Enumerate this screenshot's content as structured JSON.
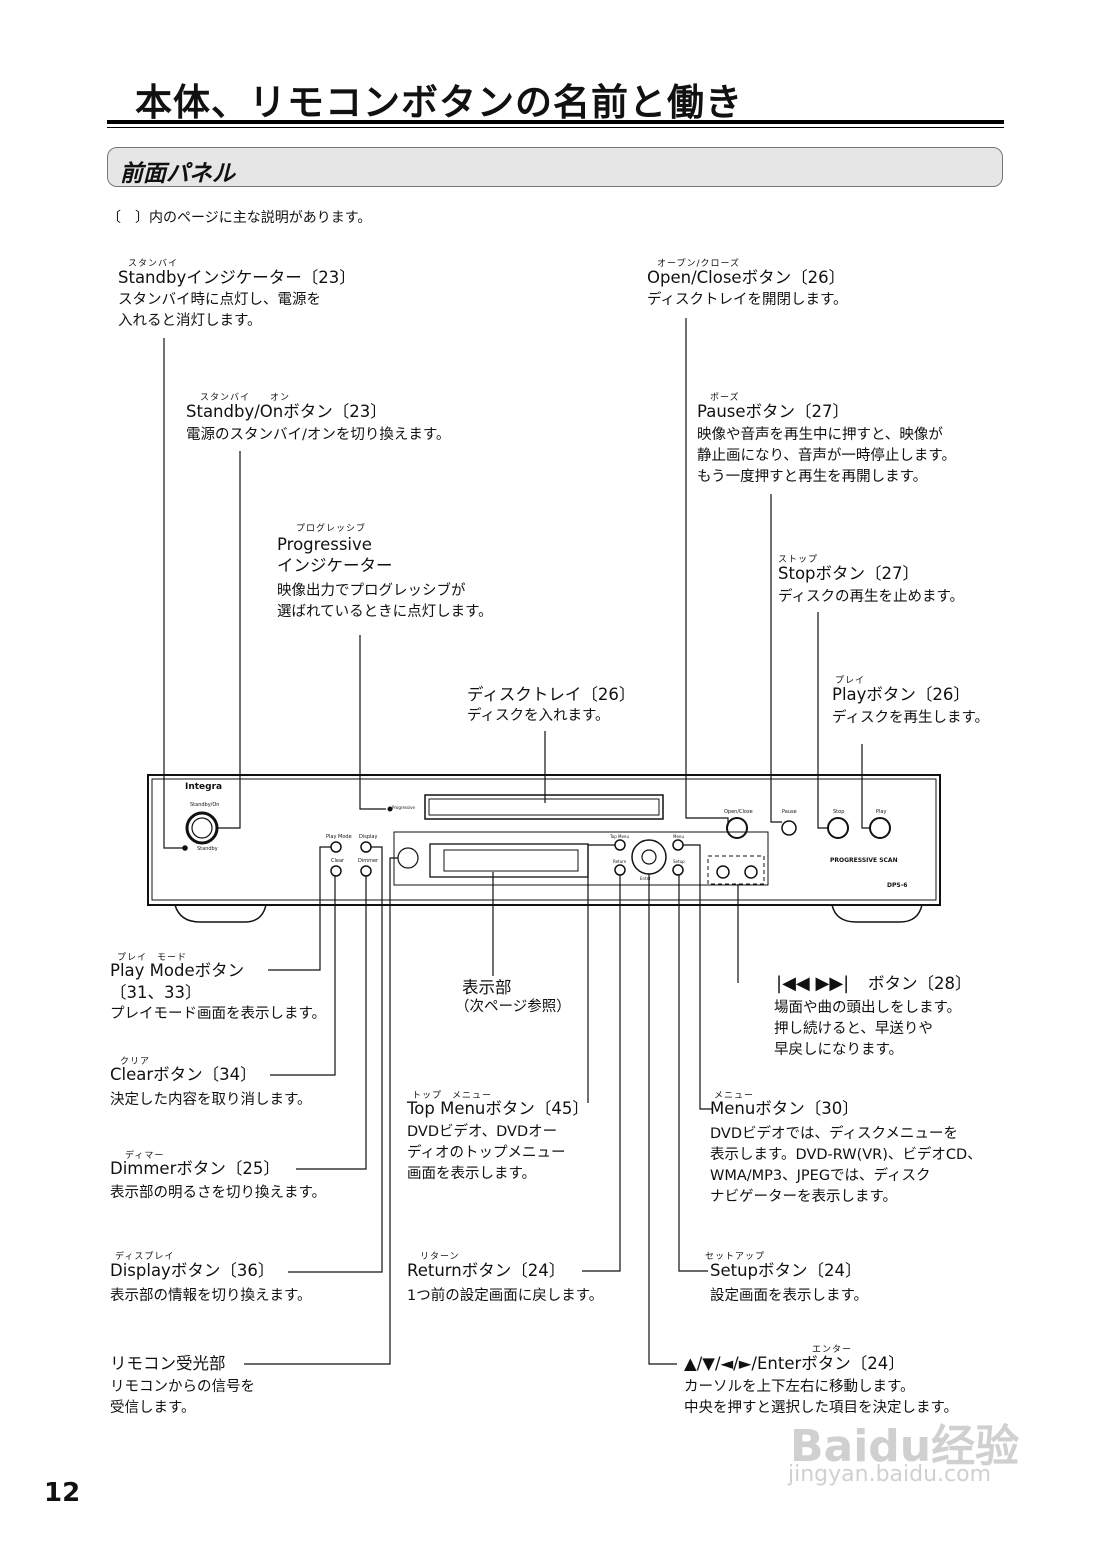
{
  "page_title": "本体、リモコンボタンの名前と働き",
  "section_title": "前面パネル",
  "note": "〔　〕内のページに主な説明があります。",
  "page_number": "12",
  "watermark": {
    "logo": "Baidu经验",
    "url": "jingyan.baidu.com"
  },
  "device": {
    "brand": "Integra",
    "standby_on": "Standby/On",
    "standby": "Standby",
    "progressive": "Progressive",
    "open_close": "Open/Close",
    "pause": "Pause",
    "stop": "Stop",
    "play": "Play",
    "play_mode": "Play Mode",
    "display": "Display",
    "clear": "Clear",
    "dimmer": "Dimmer",
    "top_menu": "Top Menu",
    "menu": "Menu",
    "return": "Return",
    "setup": "Setup",
    "enter": "Enter",
    "progressive_scan": "PROGRESSIVE SCAN",
    "model": "DPS-6"
  },
  "callouts": {
    "standby_ind": {
      "ruby": "スタンバイ",
      "label": "Standbyインジケーター〔23〕",
      "desc": [
        "スタンバイ時に点灯し、電源を",
        "入れると消灯します。"
      ]
    },
    "standby_on": {
      "ruby": "スタンバイ　　オン",
      "label": "Standby/Onボタン〔23〕",
      "desc": [
        "電源のスタンバイ/オンを切り換えます。"
      ]
    },
    "progressive": {
      "ruby": "プログレッシブ",
      "label": [
        "Progressive",
        "インジケーター"
      ],
      "desc": [
        "映像出力でプログレッシブが",
        "選ばれているときに点灯します。"
      ]
    },
    "disc_tray": {
      "label": "ディスクトレイ〔26〕",
      "desc": [
        "ディスクを入れます。"
      ]
    },
    "open_close": {
      "ruby": "オープン/クローズ",
      "label": "Open/Closeボタン〔26〕",
      "desc": [
        "ディスクトレイを開閉します。"
      ]
    },
    "pause": {
      "ruby": "ポーズ",
      "label": "Pauseボタン〔27〕",
      "desc": [
        "映像や音声を再生中に押すと、映像が",
        "静止画になり、音声が一時停止します。",
        "もう一度押すと再生を再開します。"
      ]
    },
    "stop": {
      "ruby": "ストップ",
      "label": "Stopボタン〔27〕",
      "desc": [
        "ディスクの再生を止めます。"
      ]
    },
    "play": {
      "ruby": "プレイ",
      "label": "Playボタン〔26〕",
      "desc": [
        "ディスクを再生します。"
      ]
    },
    "play_mode": {
      "ruby": "プレイ　モード",
      "label": [
        "Play Modeボタン",
        "〔31、33〕"
      ],
      "desc": [
        "プレイモード画面を表示します。"
      ]
    },
    "clear": {
      "ruby": "クリア",
      "label": "Clearボタン〔34〕",
      "desc": [
        "決定した内容を取り消します。"
      ]
    },
    "dimmer": {
      "ruby": "ディマー",
      "label": "Dimmerボタン〔25〕",
      "desc": [
        "表示部の明るさを切り換えます。"
      ]
    },
    "display": {
      "ruby": "ディスプレイ",
      "label": "Displayボタン〔36〕",
      "desc": [
        "表示部の情報を切り換えます。"
      ]
    },
    "remote": {
      "label": "リモコン受光部",
      "desc": [
        "リモコンからの信号を",
        "受信します。"
      ]
    },
    "display_area": {
      "label": "表示部",
      "desc": [
        "（次ページ参照）"
      ]
    },
    "top_menu": {
      "ruby": "トップ　メニュー",
      "label": "Top Menuボタン〔45〕",
      "desc": [
        "DVDビデオ、DVDオー",
        "ディオのトップメニュー",
        "画面を表示します。"
      ]
    },
    "return": {
      "ruby": "リターン",
      "label": "Returnボタン〔24〕",
      "desc": [
        "1つ前の設定画面に戻します。"
      ]
    },
    "skip": {
      "label": "ボタン〔28〕",
      "desc": [
        "場面や曲の頭出しをします。",
        "押し続けると、早送りや",
        "早戻しになります。"
      ]
    },
    "menu": {
      "ruby": "メニュー",
      "label": "Menuボタン〔30〕",
      "desc": [
        "DVDビデオでは、ディスクメニューを",
        "表示します。DVD-RW(VR)、ビデオCD、",
        "WMA/MP3、JPEGでは、ディスク",
        "ナビゲーターを表示します。"
      ]
    },
    "setup": {
      "ruby": "セットアップ",
      "label": "Setupボタン〔24〕",
      "desc": [
        "設定画面を表示します。"
      ]
    },
    "cursor": {
      "ruby": "エンター",
      "label": "▲/▼/◄/►/Enterボタン〔24〕",
      "desc": [
        "カーソルを上下左右に移動します。",
        "中央を押すと選択した項目を決定します。"
      ]
    }
  }
}
